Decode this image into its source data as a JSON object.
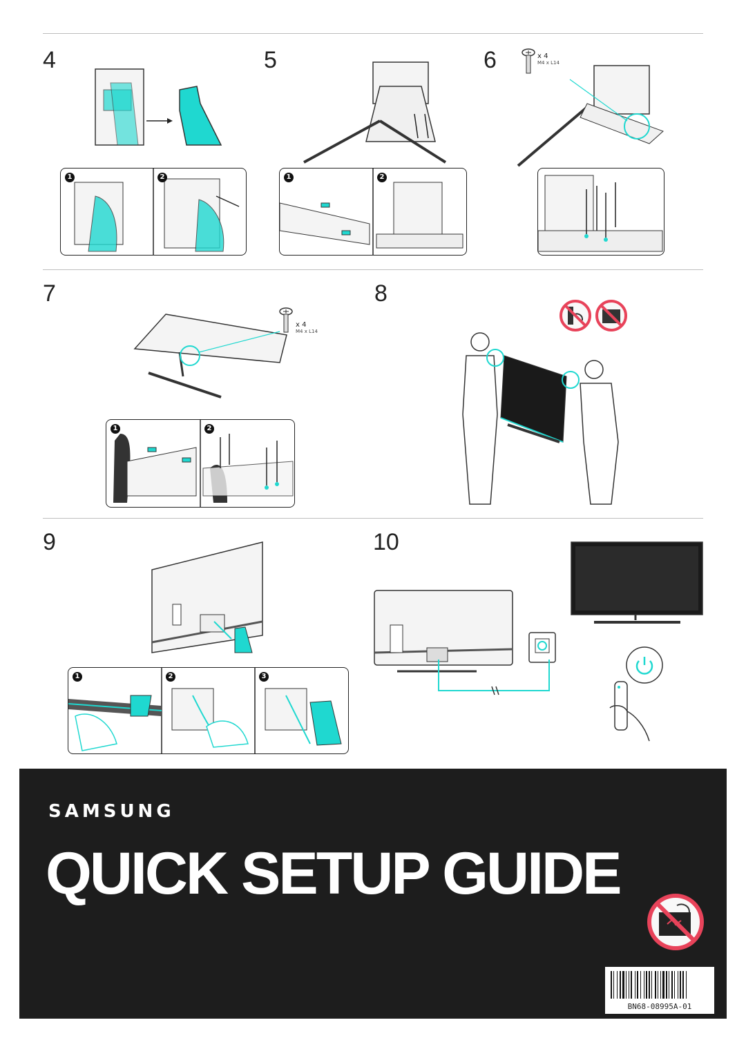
{
  "steps": {
    "s4": "4",
    "s5": "5",
    "s6": "6",
    "s7": "7",
    "s8": "8",
    "s9": "9",
    "s10": "10"
  },
  "sub_steps": {
    "one": "1",
    "two": "2",
    "three": "3"
  },
  "screws": {
    "step6_count": "x 4",
    "step6_size": "M4 x L14",
    "step7_count": "x 4",
    "step7_size": "M4 x L14"
  },
  "footer": {
    "brand": "SAMSUNG",
    "title": "QUICK SETUP GUIDE",
    "barcode_text": "BN68-08995A-01"
  },
  "colors": {
    "accent": "#1fd8d0",
    "prohibit": "#e8435a",
    "footer_bg": "#1d1d1d"
  }
}
